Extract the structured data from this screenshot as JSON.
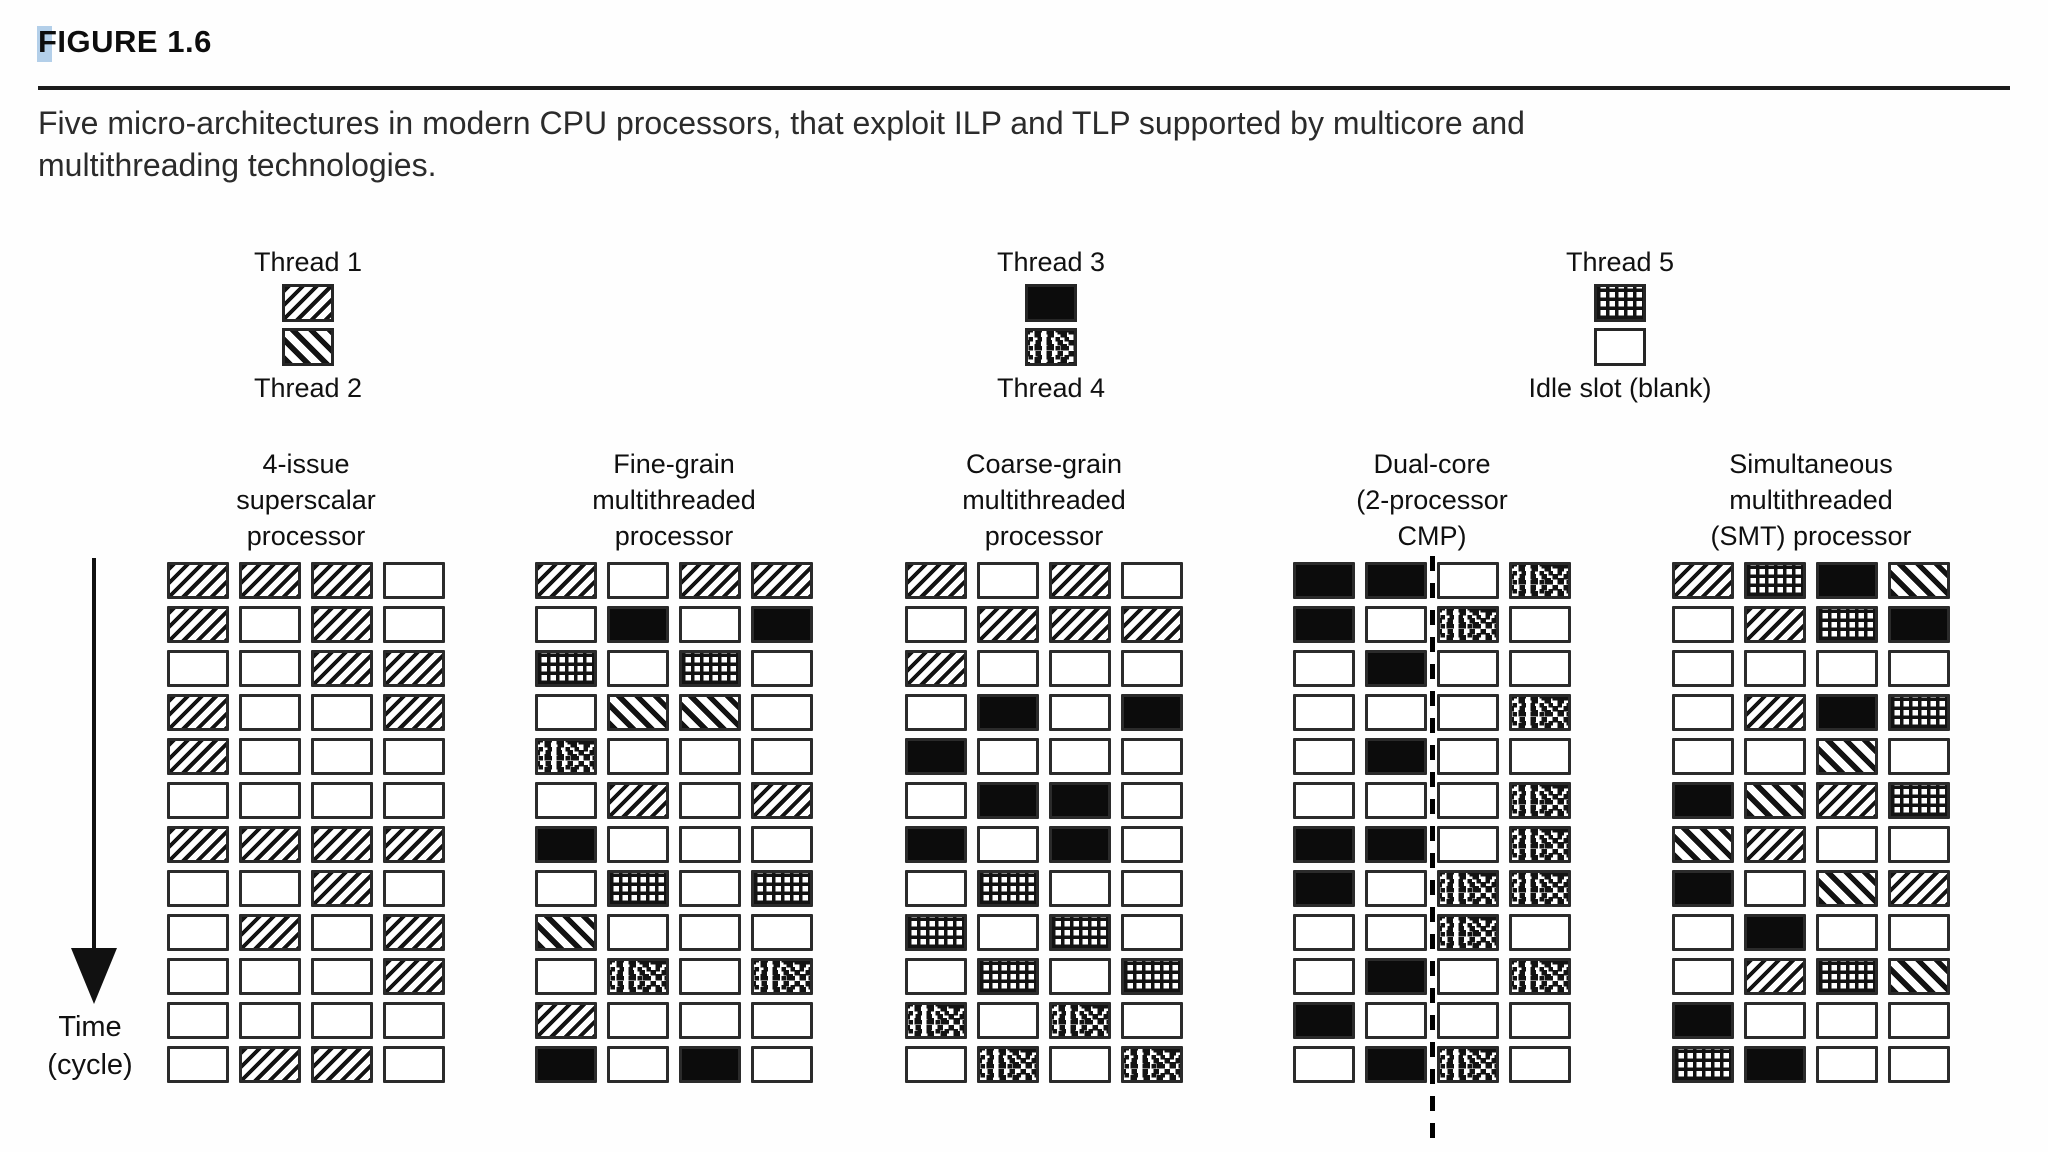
{
  "figure": {
    "label": "FIGURE 1.6",
    "caption_lines": [
      "Five micro-architectures in modern CPU processors, that exploit ILP and TLP supported by multicore and",
      "multithreading technologies."
    ]
  },
  "legend_groups": [
    {
      "top_label": "Thread 1",
      "top_pattern": "t1",
      "bottom_pattern": "t2",
      "bottom_label": "Thread 2"
    },
    {
      "top_label": "Thread 3",
      "top_pattern": "t3",
      "bottom_pattern": "t4",
      "bottom_label": "Thread 4"
    },
    {
      "top_label": "Thread 5",
      "top_pattern": "t5",
      "bottom_pattern": "id",
      "bottom_label": "Idle slot (blank)"
    }
  ],
  "patterns": {
    "t1": "Thread 1 - forward diagonal hatch",
    "t2": "Thread 2 - backward diagonal hatch (bold)",
    "t3": "Thread 3 - solid black",
    "t4": "Thread 4 - speckled black squares",
    "t5": "Thread 5 - dense crosshatch grid",
    "id": "Idle slot - blank white"
  },
  "time_axis": {
    "line1": "Time",
    "line2": "(cycle)"
  },
  "processors": [
    {
      "name": "4-issue superscalar processor",
      "title_lines": [
        "4-issue",
        "superscalar",
        "processor"
      ],
      "divider": false,
      "rows": [
        [
          "t1",
          "t1",
          "t1",
          "id"
        ],
        [
          "t1",
          "id",
          "t1",
          "id"
        ],
        [
          "id",
          "id",
          "t1",
          "t1"
        ],
        [
          "t1",
          "id",
          "id",
          "t1"
        ],
        [
          "t1",
          "id",
          "id",
          "id"
        ],
        [
          "id",
          "id",
          "id",
          "id"
        ],
        [
          "t1",
          "t1",
          "t1",
          "t1"
        ],
        [
          "id",
          "id",
          "t1",
          "id"
        ],
        [
          "id",
          "t1",
          "id",
          "t1"
        ],
        [
          "id",
          "id",
          "id",
          "t1"
        ],
        [
          "id",
          "id",
          "id",
          "id"
        ],
        [
          "id",
          "t1",
          "t1",
          "id"
        ]
      ]
    },
    {
      "name": "Fine-grain multithreaded processor",
      "title_lines": [
        "Fine-grain",
        "multithreaded",
        "processor"
      ],
      "divider": false,
      "rows": [
        [
          "t1",
          "id",
          "t1",
          "t1"
        ],
        [
          "id",
          "t3",
          "id",
          "t3"
        ],
        [
          "t5",
          "id",
          "t5",
          "id"
        ],
        [
          "id",
          "t2",
          "t2",
          "id"
        ],
        [
          "t4",
          "id",
          "id",
          "id"
        ],
        [
          "id",
          "t1",
          "id",
          "t1"
        ],
        [
          "t3",
          "id",
          "id",
          "id"
        ],
        [
          "id",
          "t5",
          "id",
          "t5"
        ],
        [
          "t2",
          "id",
          "id",
          "id"
        ],
        [
          "id",
          "t4",
          "id",
          "t4"
        ],
        [
          "t1",
          "id",
          "id",
          "id"
        ],
        [
          "t3",
          "id",
          "t3",
          "id"
        ]
      ]
    },
    {
      "name": "Coarse-grain multithreaded processor",
      "title_lines": [
        "Coarse-grain",
        "multithreaded",
        "processor"
      ],
      "divider": false,
      "rows": [
        [
          "t1",
          "id",
          "t1",
          "id"
        ],
        [
          "id",
          "t1",
          "t1",
          "t1"
        ],
        [
          "t1",
          "id",
          "id",
          "id"
        ],
        [
          "id",
          "t3",
          "id",
          "t3"
        ],
        [
          "t3",
          "id",
          "id",
          "id"
        ],
        [
          "id",
          "t3",
          "t3",
          "id"
        ],
        [
          "t3",
          "id",
          "t3",
          "id"
        ],
        [
          "id",
          "t5",
          "id",
          "id"
        ],
        [
          "t5",
          "id",
          "t5",
          "id"
        ],
        [
          "id",
          "t5",
          "id",
          "t5"
        ],
        [
          "t4",
          "id",
          "t4",
          "id"
        ],
        [
          "id",
          "t4",
          "id",
          "t4"
        ]
      ]
    },
    {
      "name": "Dual-core (2-processor CMP)",
      "title_lines": [
        "Dual-core",
        "(2-processor",
        "CMP)"
      ],
      "divider": true,
      "rows": [
        [
          "t3",
          "t3",
          "id",
          "t4"
        ],
        [
          "t3",
          "id",
          "t4",
          "id"
        ],
        [
          "id",
          "t3",
          "id",
          "id"
        ],
        [
          "id",
          "id",
          "id",
          "t4"
        ],
        [
          "id",
          "t3",
          "id",
          "id"
        ],
        [
          "id",
          "id",
          "id",
          "t4"
        ],
        [
          "t3",
          "t3",
          "id",
          "t4"
        ],
        [
          "t3",
          "id",
          "t4",
          "t4"
        ],
        [
          "id",
          "id",
          "t4",
          "id"
        ],
        [
          "id",
          "t3",
          "id",
          "t4"
        ],
        [
          "t3",
          "id",
          "id",
          "id"
        ],
        [
          "id",
          "t3",
          "t4",
          "id"
        ]
      ]
    },
    {
      "name": "Simultaneous multithreaded (SMT) processor",
      "title_lines": [
        "Simultaneous",
        "multithreaded",
        "(SMT) processor"
      ],
      "divider": false,
      "rows": [
        [
          "t1",
          "t5",
          "t3",
          "t2"
        ],
        [
          "id",
          "t1",
          "t5",
          "t3"
        ],
        [
          "id",
          "id",
          "id",
          "id"
        ],
        [
          "id",
          "t1",
          "t3",
          "t5"
        ],
        [
          "id",
          "id",
          "t2",
          "id"
        ],
        [
          "t3",
          "t2",
          "t1",
          "t5"
        ],
        [
          "t2",
          "t1",
          "id",
          "id"
        ],
        [
          "t3",
          "id",
          "t2",
          "t1"
        ],
        [
          "id",
          "t3",
          "id",
          "id"
        ],
        [
          "id",
          "t1",
          "t5",
          "t2"
        ],
        [
          "t3",
          "id",
          "id",
          "id"
        ],
        [
          "t5",
          "t3",
          "id",
          "id"
        ]
      ]
    }
  ]
}
